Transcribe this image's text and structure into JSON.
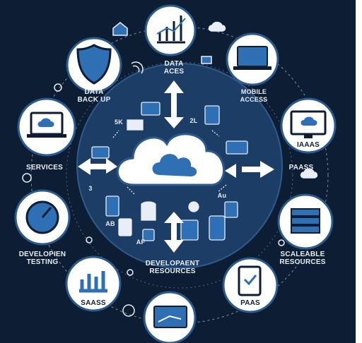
{
  "colors": {
    "background": "#0d1d33",
    "inner_circle": "#1c3d66",
    "node_fill": "#ffffff",
    "node_ring": "#2b5a8c",
    "accent": "#2f6fb3",
    "label": "#e9eef6"
  },
  "hub": {
    "icon": "cloud-icon"
  },
  "nodes": [
    {
      "id": "analytics",
      "icon": "bar-chart-icon",
      "label": ""
    },
    {
      "id": "data-backup",
      "icon": "shield-icon",
      "label": "DATA\nBACK UP"
    },
    {
      "id": "mobile-access",
      "icon": "laptop-icon",
      "label": "MOBILE\nACCESS"
    },
    {
      "id": "services",
      "icon": "laptop-icon",
      "label": "SERVICES"
    },
    {
      "id": "iaaas",
      "icon": "monitor-icon",
      "label": "IAAAS"
    },
    {
      "id": "developien-testing",
      "icon": "gauge-icon",
      "label": "DEVELOPIEN\nTESTING"
    },
    {
      "id": "scaleable-resources",
      "icon": "server-rack-icon",
      "label": "SCALEABLE\nRESOURCES"
    },
    {
      "id": "saass",
      "icon": "bar-chart-icon",
      "label": "SAASS"
    },
    {
      "id": "paas",
      "icon": "tablet-icon",
      "label": "PAAS"
    },
    {
      "id": "dev-tools",
      "icon": "code-window-icon",
      "label": ""
    }
  ],
  "arrow_labels": {
    "top": "DATA\nACES",
    "left": "SERVICES",
    "right": "PAASS",
    "bottom": "DEVELOPAENT\nRESOURCES"
  },
  "inner_snippets": [
    "5K",
    "3",
    "AB",
    "AF",
    "2L",
    "Au"
  ]
}
